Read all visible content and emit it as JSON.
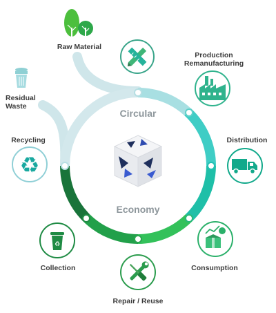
{
  "center": {
    "top_word": "Circular",
    "bottom_word": "Economy"
  },
  "stages": {
    "raw_material": "Raw Material",
    "production_line1": "Production",
    "production_line2": "Remanufacturing",
    "distribution": "Distribution",
    "consumption": "Consumption",
    "repair": "Repair / Reuse",
    "collection": "Collection",
    "recycling": "Recycling",
    "residual_line1": "Residual",
    "residual_line2": "Waste"
  },
  "icons": {
    "raw_material": "trees-icon",
    "production": "factory-icon",
    "distribution": "truck-icon",
    "consumption": "shopping-box-icon",
    "repair": "wrench-screwdriver-icon",
    "collection": "recycle-bin-icon",
    "recycling": "recycle-icon",
    "residual": "trash-can-icon",
    "design": "pencil-ruler-icon",
    "center": "cube-logo-icon"
  },
  "colors": {
    "pale_teal": "#cfe6ea",
    "teal": "#22c3bd",
    "green": "#2eb35f",
    "dark_green": "#1a7a3c",
    "label": "#3b3b3b",
    "center_text": "#8d969b"
  }
}
